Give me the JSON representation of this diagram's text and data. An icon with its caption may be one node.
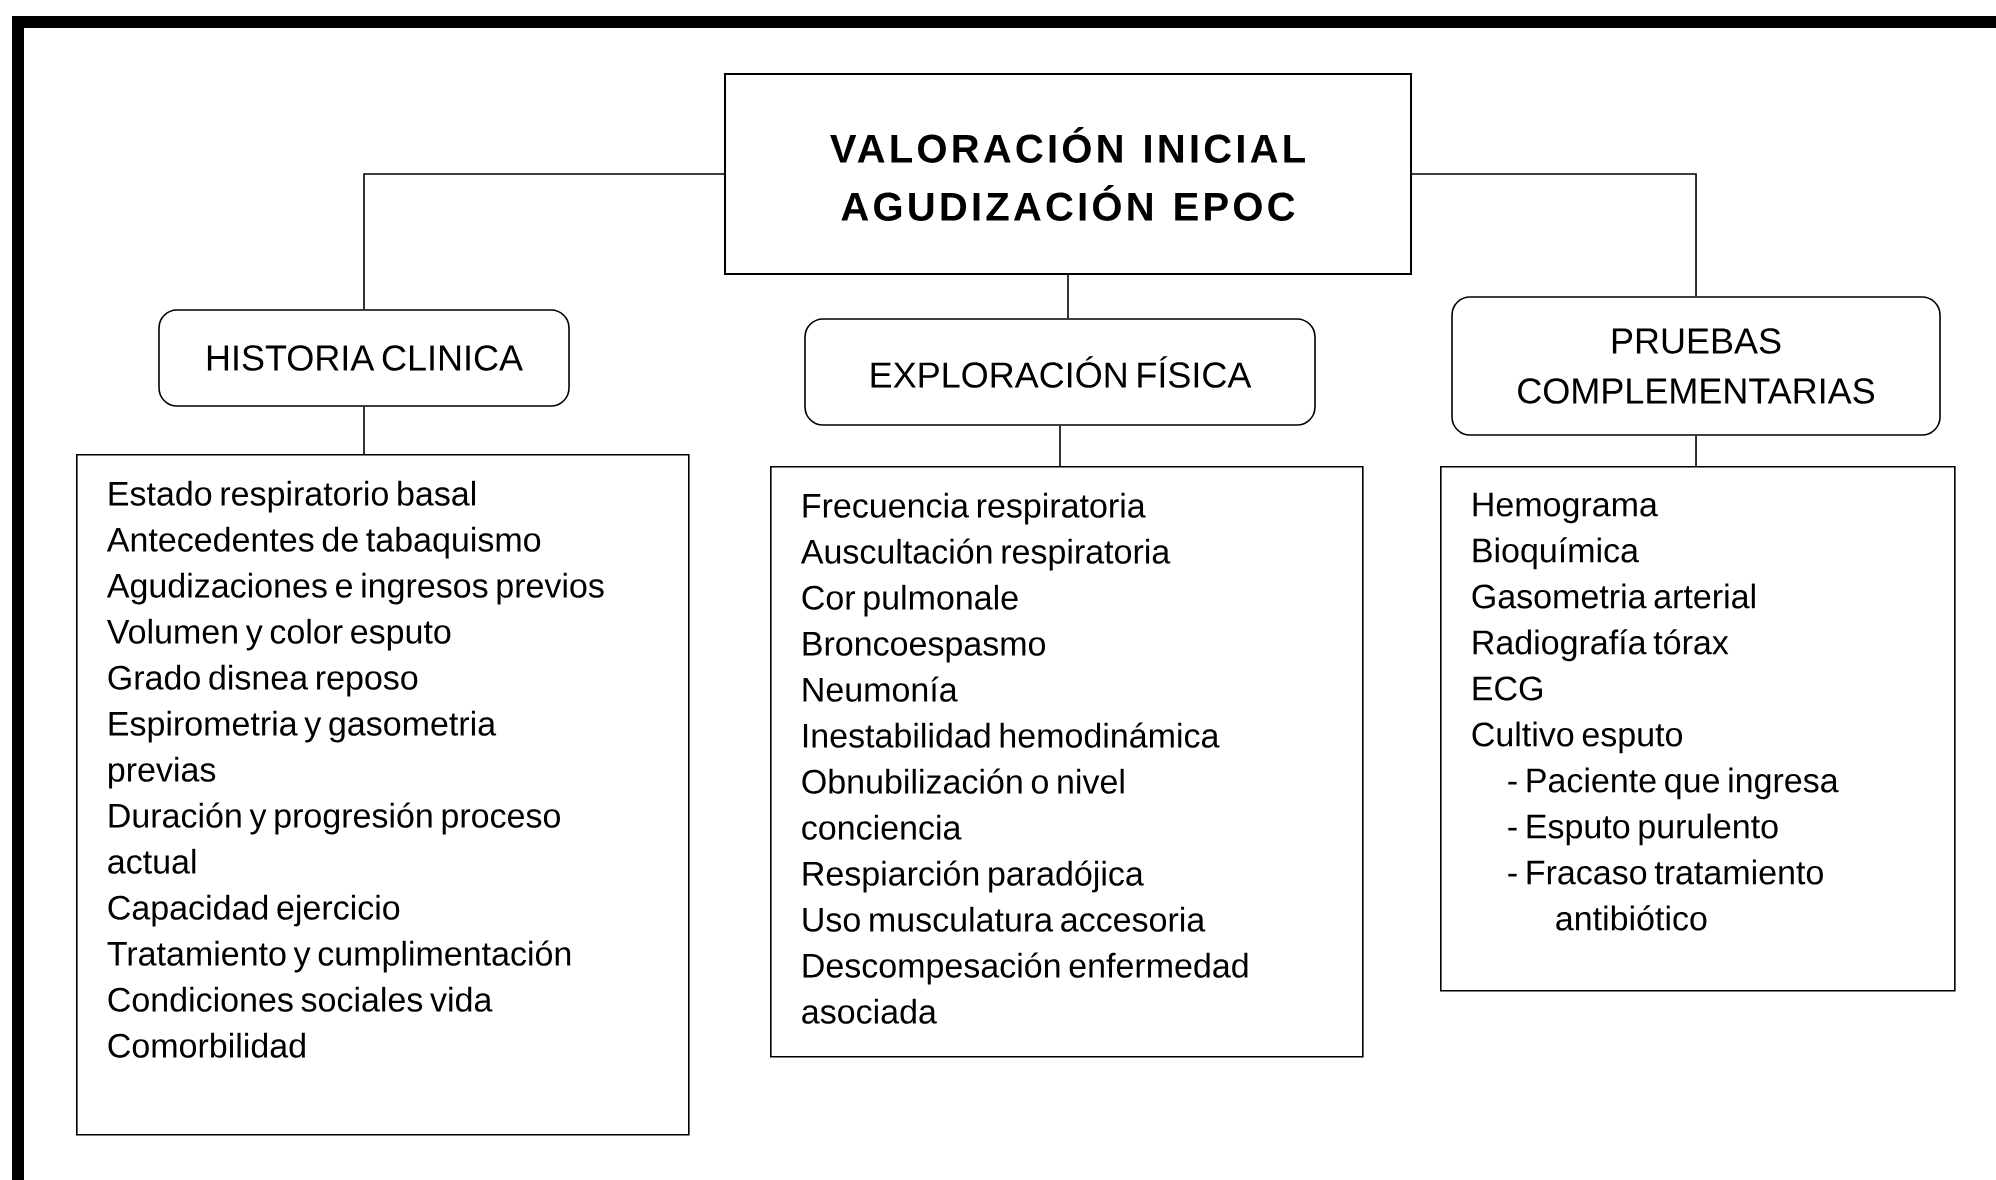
{
  "diagram": {
    "nodes": [
      {
        "text": [
          "VALORACIÓN INICIAL AGUDIZACIÓN EPOC"
        ]
      },
      {
        "text": [
          "HISTORIA CLINICA"
        ]
      },
      {
        "text": [
          "EXPLORACIÓN FÍSICA"
        ]
      },
      {
        "text": [
          "PRUEBAS COMPLEMENTARIAS"
        ]
      },
      {
        "text": [
          "Estado respiratorio basal",
          "Antecedentes de tabaquismo",
          "Agudizaciones e ingresos previos",
          "Volumen y color esputo",
          "Grado disnea reposo",
          "Espirometria y gasometria previas",
          "Duración y progresión proceso actual",
          "Capacidad ejercicio",
          "Tratamiento y cumplimentación",
          "Condiciones sociales vida",
          "Comorbilidad"
        ]
      },
      {
        "text": [
          "Frecuencia respiratoria",
          "Auscultación respiratoria",
          "Cor pulmonale",
          "Broncoespasmo",
          "Neumonía",
          "Inestabilidad hemodinámica",
          "Obnubilización o nivel conciencia",
          "Respiarción paradójica",
          "Uso musculatura accesoria",
          "Descompesación enfermedad asociada"
        ]
      },
      {
        "text": [
          "Hemograma",
          "Bioquímica",
          "Gasometria arterial",
          "Radiografía tórax",
          "ECG",
          "Cultivo esputo",
          "- Paciente que ingresa",
          "- Esputo purulento",
          "- Fracaso tratamiento antibiótico"
        ]
      }
    ],
    "edges": [
      {
        "from": 0,
        "to": 1,
        "arrow": "none"
      },
      {
        "from": 0,
        "to": 2,
        "arrow": "none"
      },
      {
        "from": 0,
        "to": 3,
        "arrow": "none"
      },
      {
        "from": 1,
        "to": 4,
        "arrow": "none"
      },
      {
        "from": 2,
        "to": 5,
        "arrow": "none"
      },
      {
        "from": 3,
        "to": 6,
        "arrow": "none"
      }
    ]
  }
}
